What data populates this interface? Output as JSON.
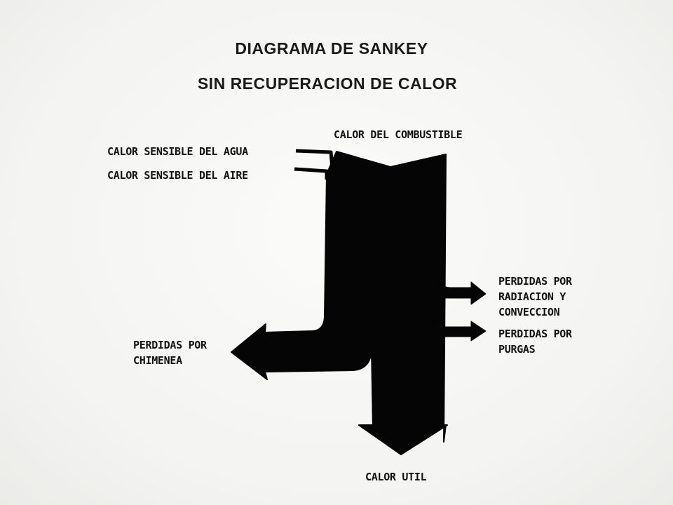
{
  "header": {
    "title": "DIAGRAMA DE SANKEY",
    "subtitle": "SIN RECUPERACION DE CALOR"
  },
  "flows": {
    "inputs": {
      "fuel": "CALOR DEL COMBUSTIBLE",
      "water": "CALOR SENSIBLE DEL AGUA",
      "air": "CALOR SENSIBLE DEL AIRE"
    },
    "outputs": {
      "radiation": [
        "PERDIDAS POR",
        "RADIACION Y",
        "CONVECCION"
      ],
      "purges": [
        "PERDIDAS POR",
        "PURGAS"
      ],
      "chimney": [
        "PERDIDAS POR",
        "CHIMENEA"
      ],
      "useful": "CALOR UTIL"
    }
  },
  "colors": {
    "flow_fill": "#050505",
    "text": "#111111"
  }
}
